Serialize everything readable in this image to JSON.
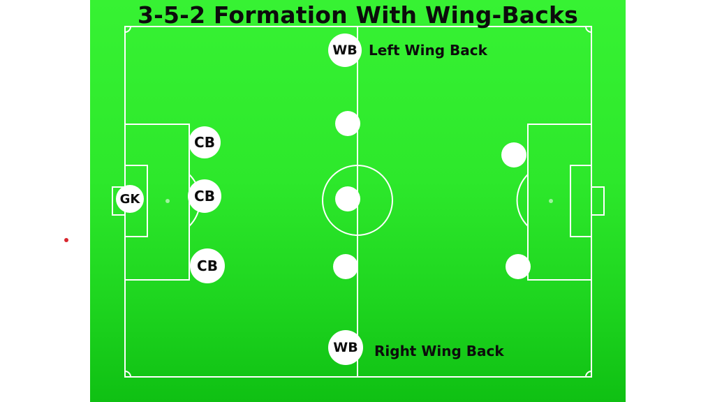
{
  "title": "3-5-2 Formation With Wing-Backs",
  "colors": {
    "pitch_top": "#37f233",
    "pitch_bottom": "#0fc013",
    "lines": "#ffffff",
    "text": "#0c0c0c",
    "accent_dot": "#d8262e"
  },
  "players": {
    "gk": "GK",
    "cb_top": "CB",
    "cb_mid": "CB",
    "cb_bottom": "CB",
    "wb_left": "WB",
    "wb_right": "WB"
  },
  "callouts": {
    "left_wing_back": "Left Wing Back",
    "right_wing_back": "Right Wing Back"
  }
}
